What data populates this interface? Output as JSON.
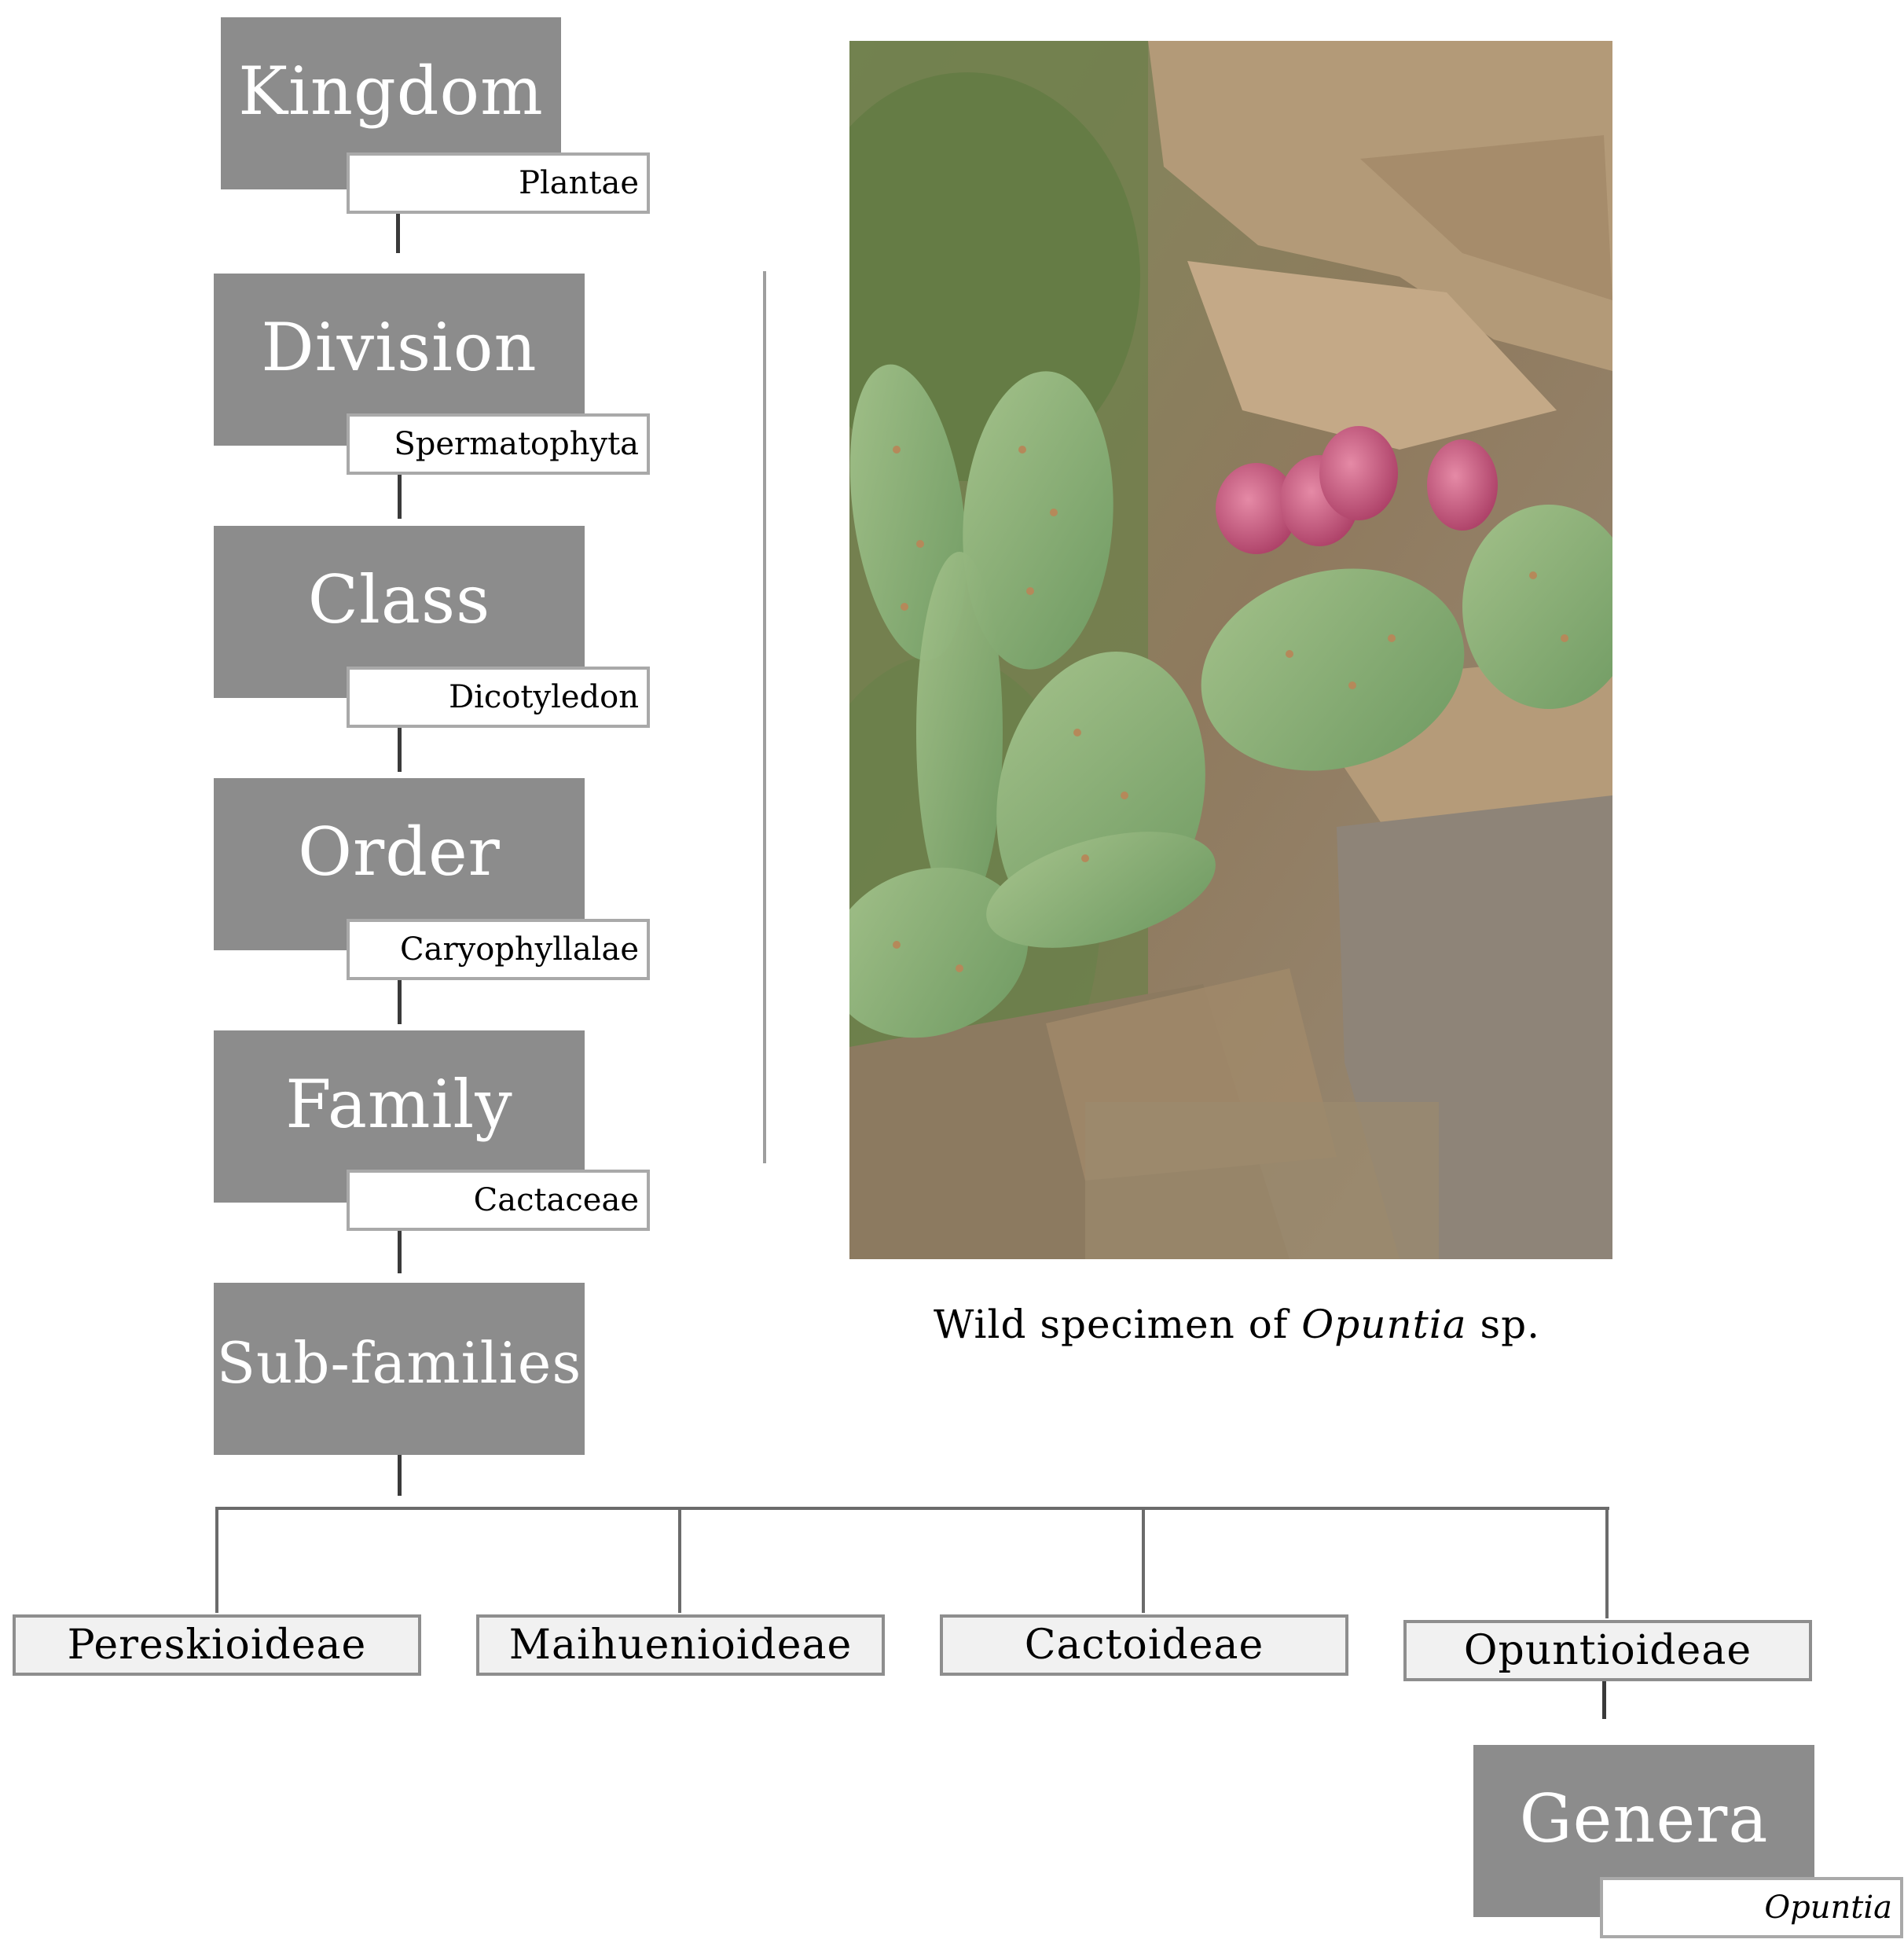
{
  "hierarchy": [
    {
      "rank": "Kingdom",
      "value": "Plantae"
    },
    {
      "rank": "Division",
      "value": "Spermatophyta"
    },
    {
      "rank": "Class",
      "value": "Dicotyledon"
    },
    {
      "rank": "Order",
      "value": "Caryophyllalae"
    },
    {
      "rank": "Family",
      "value": "Cactaceae"
    },
    {
      "rank": "Sub-families"
    }
  ],
  "subfamilies": [
    "Pereskioideae",
    "Maihuenioideae",
    "Cactoideae",
    "Opuntioideae"
  ],
  "genera": {
    "rank": "Genera",
    "value": "Opuntia"
  },
  "photo": {
    "caption_prefix": "Wild specimen of ",
    "caption_genus": "Opuntia",
    "caption_suffix": " sp."
  },
  "colors": {
    "rank_box": "#8c8c8c",
    "subfamily_box": "#f1f1f1",
    "connector": "#3a3a3a"
  }
}
